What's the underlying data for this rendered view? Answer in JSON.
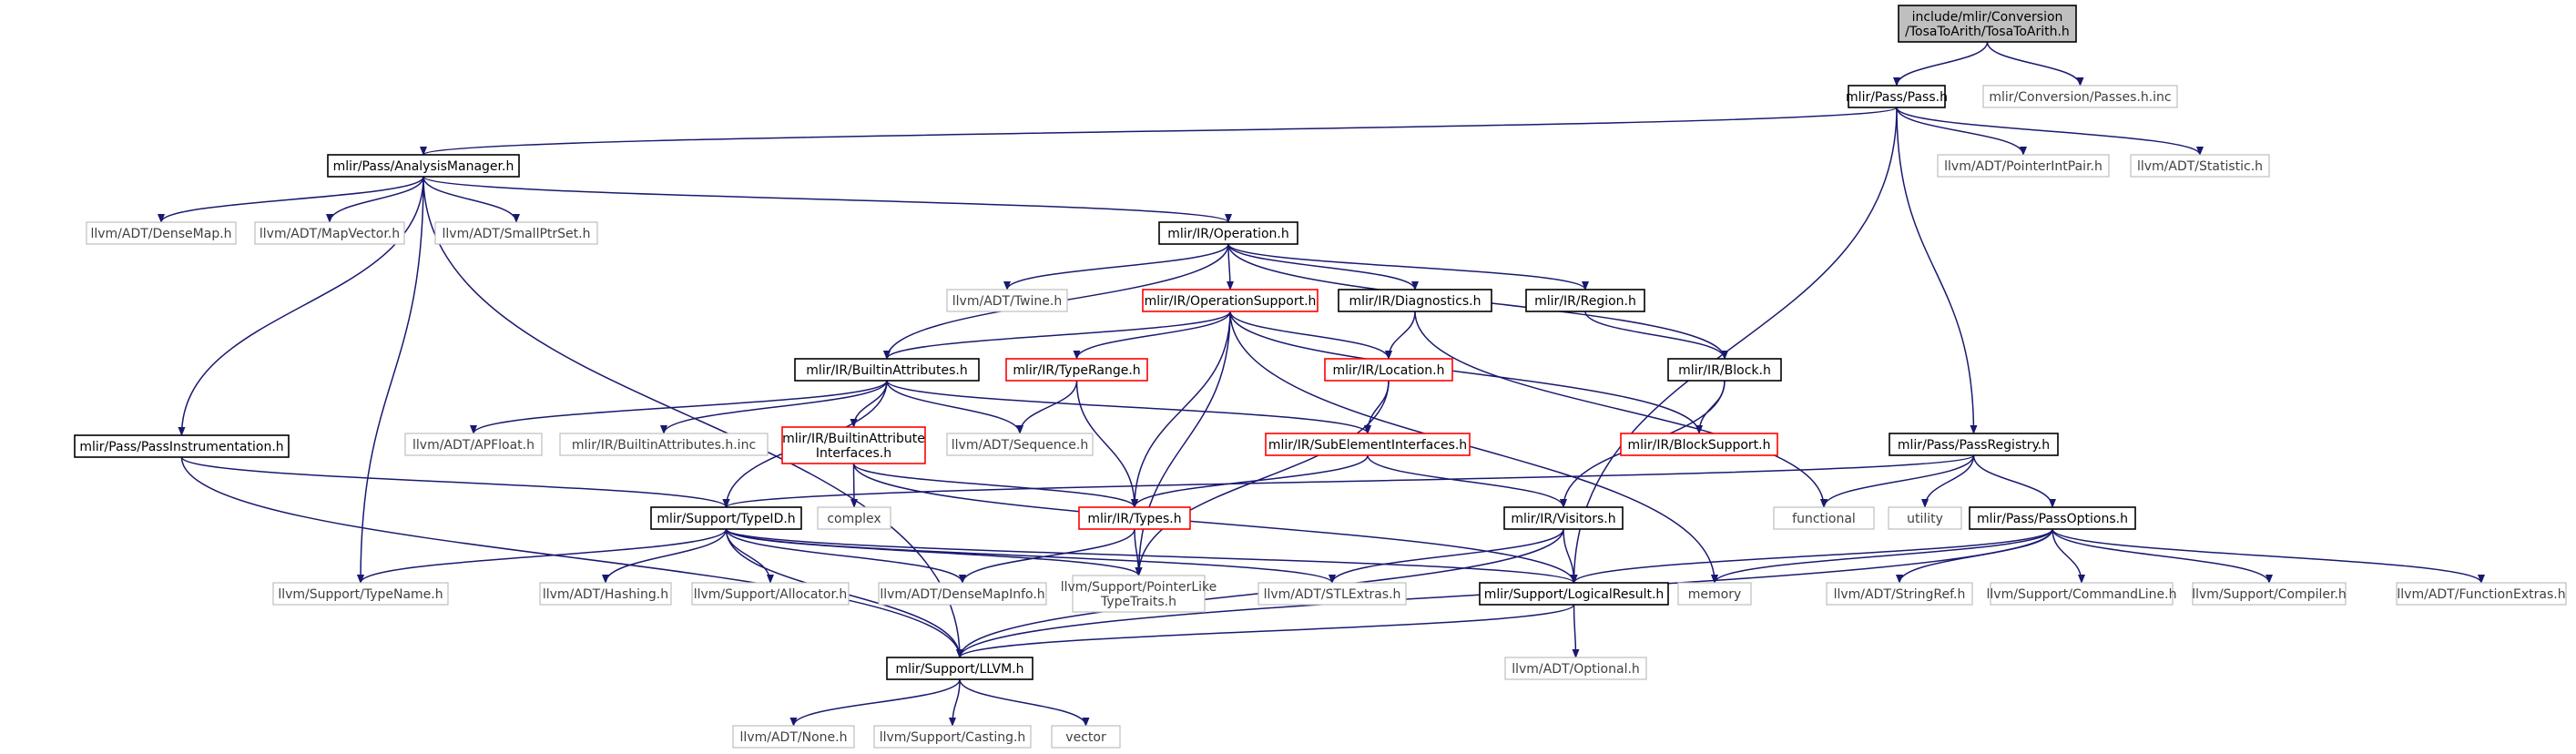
{
  "colors": {
    "edge": "#191970",
    "root_fill": "#bfbfbf",
    "main_border": "#000000",
    "truncated_border": "#ff0000",
    "external_border": "#bfbfbf"
  },
  "nodes": {
    "root": {
      "lines": [
        "include/mlir/Conversion",
        "/TosaToArith/TosaToArith.h"
      ],
      "kind": "root"
    },
    "pass_h": {
      "lines": [
        "mlir/Pass/Pass.h"
      ],
      "kind": "main"
    },
    "passes_inc": {
      "lines": [
        "mlir/Conversion/Passes.h.inc"
      ],
      "kind": "external"
    },
    "analysis_manager": {
      "lines": [
        "mlir/Pass/AnalysisManager.h"
      ],
      "kind": "main"
    },
    "pointer_int_pair": {
      "lines": [
        "llvm/ADT/PointerIntPair.h"
      ],
      "kind": "external"
    },
    "statistic": {
      "lines": [
        "llvm/ADT/Statistic.h"
      ],
      "kind": "external"
    },
    "dense_map": {
      "lines": [
        "llvm/ADT/DenseMap.h"
      ],
      "kind": "external"
    },
    "map_vector": {
      "lines": [
        "llvm/ADT/MapVector.h"
      ],
      "kind": "external"
    },
    "small_ptr_set": {
      "lines": [
        "llvm/ADT/SmallPtrSet.h"
      ],
      "kind": "external"
    },
    "operation": {
      "lines": [
        "mlir/IR/Operation.h"
      ],
      "kind": "main"
    },
    "twine": {
      "lines": [
        "llvm/ADT/Twine.h"
      ],
      "kind": "external"
    },
    "operation_support": {
      "lines": [
        "mlir/IR/OperationSupport.h"
      ],
      "kind": "truncated"
    },
    "diagnostics": {
      "lines": [
        "mlir/IR/Diagnostics.h"
      ],
      "kind": "main"
    },
    "region": {
      "lines": [
        "mlir/IR/Region.h"
      ],
      "kind": "main"
    },
    "builtin_attributes": {
      "lines": [
        "mlir/IR/BuiltinAttributes.h"
      ],
      "kind": "main"
    },
    "type_range": {
      "lines": [
        "mlir/IR/TypeRange.h"
      ],
      "kind": "truncated"
    },
    "location": {
      "lines": [
        "mlir/IR/Location.h"
      ],
      "kind": "truncated"
    },
    "block": {
      "lines": [
        "mlir/IR/Block.h"
      ],
      "kind": "main"
    },
    "pass_instrumentation": {
      "lines": [
        "mlir/Pass/PassInstrumentation.h"
      ],
      "kind": "main"
    },
    "ap_float": {
      "lines": [
        "llvm/ADT/APFloat.h"
      ],
      "kind": "external"
    },
    "builtin_attributes_inc": {
      "lines": [
        "mlir/IR/BuiltinAttributes.h.inc"
      ],
      "kind": "external"
    },
    "builtin_attribute_interfaces": {
      "lines": [
        "mlir/IR/BuiltinAttribute",
        "Interfaces.h"
      ],
      "kind": "truncated"
    },
    "sequence": {
      "lines": [
        "llvm/ADT/Sequence.h"
      ],
      "kind": "external"
    },
    "sub_element_interfaces": {
      "lines": [
        "mlir/IR/SubElementInterfaces.h"
      ],
      "kind": "truncated"
    },
    "block_support": {
      "lines": [
        "mlir/IR/BlockSupport.h"
      ],
      "kind": "truncated"
    },
    "pass_registry": {
      "lines": [
        "mlir/Pass/PassRegistry.h"
      ],
      "kind": "main"
    },
    "type_id": {
      "lines": [
        "mlir/Support/TypeID.h"
      ],
      "kind": "main"
    },
    "complex": {
      "lines": [
        "complex"
      ],
      "kind": "external"
    },
    "types": {
      "lines": [
        "mlir/IR/Types.h"
      ],
      "kind": "truncated"
    },
    "visitors": {
      "lines": [
        "mlir/IR/Visitors.h"
      ],
      "kind": "main"
    },
    "functional": {
      "lines": [
        "functional"
      ],
      "kind": "external"
    },
    "utility": {
      "lines": [
        "utility"
      ],
      "kind": "external"
    },
    "pass_options": {
      "lines": [
        "mlir/Pass/PassOptions.h"
      ],
      "kind": "main"
    },
    "type_name": {
      "lines": [
        "llvm/Support/TypeName.h"
      ],
      "kind": "external"
    },
    "hashing": {
      "lines": [
        "llvm/ADT/Hashing.h"
      ],
      "kind": "external"
    },
    "allocator": {
      "lines": [
        "llvm/Support/Allocator.h"
      ],
      "kind": "external"
    },
    "dense_map_info": {
      "lines": [
        "llvm/ADT/DenseMapInfo.h"
      ],
      "kind": "external"
    },
    "pointer_like_type_traits": {
      "lines": [
        "llvm/Support/PointerLike",
        "TypeTraits.h"
      ],
      "kind": "external"
    },
    "stl_extras": {
      "lines": [
        "llvm/ADT/STLExtras.h"
      ],
      "kind": "external"
    },
    "logical_result": {
      "lines": [
        "mlir/Support/LogicalResult.h"
      ],
      "kind": "main"
    },
    "memory": {
      "lines": [
        "memory"
      ],
      "kind": "external"
    },
    "string_ref": {
      "lines": [
        "llvm/ADT/StringRef.h"
      ],
      "kind": "external"
    },
    "command_line": {
      "lines": [
        "llvm/Support/CommandLine.h"
      ],
      "kind": "external"
    },
    "compiler": {
      "lines": [
        "llvm/Support/Compiler.h"
      ],
      "kind": "external"
    },
    "function_extras": {
      "lines": [
        "llvm/ADT/FunctionExtras.h"
      ],
      "kind": "external"
    },
    "llvm_h": {
      "lines": [
        "mlir/Support/LLVM.h"
      ],
      "kind": "main"
    },
    "optional": {
      "lines": [
        "llvm/ADT/Optional.h"
      ],
      "kind": "external"
    },
    "none": {
      "lines": [
        "llvm/ADT/None.h"
      ],
      "kind": "external"
    },
    "casting": {
      "lines": [
        "llvm/Support/Casting.h"
      ],
      "kind": "external"
    },
    "vector": {
      "lines": [
        "vector"
      ],
      "kind": "external"
    }
  },
  "edges": [
    [
      "root",
      "pass_h"
    ],
    [
      "root",
      "passes_inc"
    ],
    [
      "pass_h",
      "analysis_manager"
    ],
    [
      "pass_h",
      "pointer_int_pair"
    ],
    [
      "pass_h",
      "statistic"
    ],
    [
      "pass_h",
      "logical_result"
    ],
    [
      "pass_h",
      "pass_registry"
    ],
    [
      "analysis_manager",
      "dense_map"
    ],
    [
      "analysis_manager",
      "map_vector"
    ],
    [
      "analysis_manager",
      "small_ptr_set"
    ],
    [
      "analysis_manager",
      "operation"
    ],
    [
      "analysis_manager",
      "pass_instrumentation"
    ],
    [
      "analysis_manager",
      "type_name"
    ],
    [
      "analysis_manager",
      "llvm_h"
    ],
    [
      "operation",
      "twine"
    ],
    [
      "operation",
      "operation_support"
    ],
    [
      "operation",
      "diagnostics"
    ],
    [
      "operation",
      "region"
    ],
    [
      "operation",
      "block"
    ],
    [
      "operation",
      "builtin_attributes"
    ],
    [
      "operation_support",
      "builtin_attributes"
    ],
    [
      "operation_support",
      "type_range"
    ],
    [
      "operation_support",
      "location"
    ],
    [
      "operation_support",
      "block_support"
    ],
    [
      "operation_support",
      "types"
    ],
    [
      "operation_support",
      "pointer_like_type_traits"
    ],
    [
      "operation_support",
      "memory"
    ],
    [
      "diagnostics",
      "location"
    ],
    [
      "diagnostics",
      "functional"
    ],
    [
      "region",
      "block"
    ],
    [
      "block",
      "block_support"
    ],
    [
      "block",
      "visitors"
    ],
    [
      "builtin_attributes",
      "ap_float"
    ],
    [
      "builtin_attributes",
      "builtin_attributes_inc"
    ],
    [
      "builtin_attributes",
      "builtin_attribute_interfaces"
    ],
    [
      "builtin_attributes",
      "sequence"
    ],
    [
      "builtin_attributes",
      "sub_element_interfaces"
    ],
    [
      "builtin_attributes",
      "type_id"
    ],
    [
      "type_range",
      "sequence"
    ],
    [
      "type_range",
      "types"
    ],
    [
      "location",
      "sub_element_interfaces"
    ],
    [
      "location",
      "pointer_like_type_traits"
    ],
    [
      "builtin_attribute_interfaces",
      "complex"
    ],
    [
      "builtin_attribute_interfaces",
      "types"
    ],
    [
      "builtin_attribute_interfaces",
      "logical_result"
    ],
    [
      "sub_element_interfaces",
      "types"
    ],
    [
      "sub_element_interfaces",
      "visitors"
    ],
    [
      "pass_instrumentation",
      "type_id"
    ],
    [
      "pass_instrumentation",
      "llvm_h"
    ],
    [
      "pass_registry",
      "type_id"
    ],
    [
      "pass_registry",
      "functional"
    ],
    [
      "pass_registry",
      "utility"
    ],
    [
      "pass_registry",
      "pass_options"
    ],
    [
      "type_id",
      "type_name"
    ],
    [
      "type_id",
      "hashing"
    ],
    [
      "type_id",
      "allocator"
    ],
    [
      "type_id",
      "dense_map_info"
    ],
    [
      "type_id",
      "pointer_like_type_traits"
    ],
    [
      "type_id",
      "stl_extras"
    ],
    [
      "type_id",
      "logical_result"
    ],
    [
      "type_id",
      "llvm_h"
    ],
    [
      "types",
      "dense_map_info"
    ],
    [
      "types",
      "pointer_like_type_traits"
    ],
    [
      "visitors",
      "stl_extras"
    ],
    [
      "visitors",
      "logical_result"
    ],
    [
      "visitors",
      "llvm_h"
    ],
    [
      "pass_options",
      "logical_result"
    ],
    [
      "pass_options",
      "memory"
    ],
    [
      "pass_options",
      "string_ref"
    ],
    [
      "pass_options",
      "command_line"
    ],
    [
      "pass_options",
      "compiler"
    ],
    [
      "pass_options",
      "function_extras"
    ],
    [
      "pass_options",
      "llvm_h"
    ],
    [
      "logical_result",
      "llvm_h"
    ],
    [
      "logical_result",
      "optional"
    ],
    [
      "llvm_h",
      "none"
    ],
    [
      "llvm_h",
      "casting"
    ],
    [
      "llvm_h",
      "vector"
    ]
  ]
}
